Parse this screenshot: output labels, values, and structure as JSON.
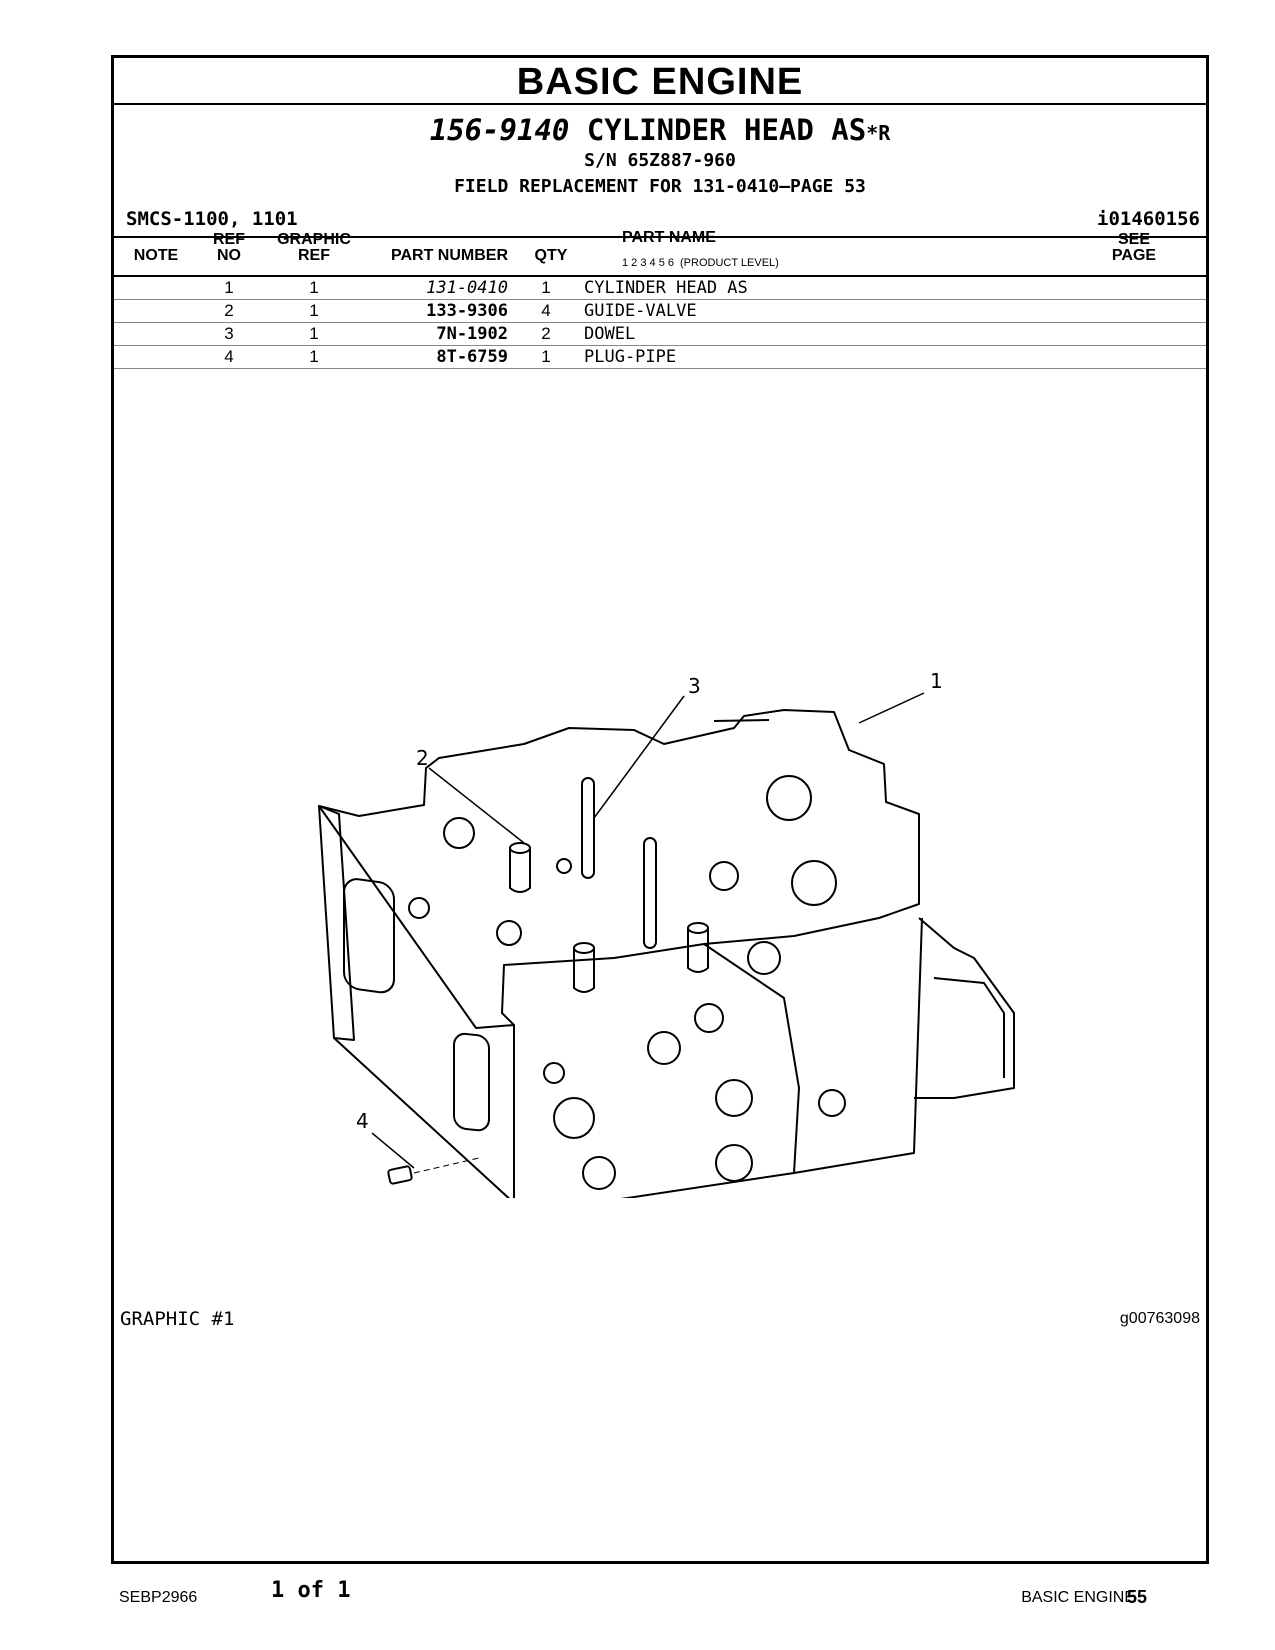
{
  "section_title": "BASIC ENGINE",
  "group": {
    "part_number": "156-9140",
    "name": "CYLINDER HEAD AS",
    "suffix": "*R",
    "serial": "S/N 65Z887-960",
    "field_replacement": "FIELD REPLACEMENT FOR 131-0410—PAGE 53"
  },
  "smcs": "SMCS-1100, 1101",
  "illustration_id": "i01460156",
  "columns": {
    "note": "NOTE",
    "ref_top": "REF",
    "ref_bottom": "NO",
    "graphic_top": "GRAPHIC",
    "graphic_bottom": "REF",
    "part_number": "PART NUMBER",
    "qty": "QTY",
    "part_name": "PART NAME",
    "levels": "1  2  3  4  5  6",
    "product_level": "(PRODUCT LEVEL)",
    "see_top": "SEE",
    "see_bottom": "PAGE"
  },
  "parts": [
    {
      "note": "",
      "ref": "1",
      "graphic": "1",
      "part_number": "131-0410",
      "qty": "1",
      "name": "CYLINDER HEAD AS",
      "see": ""
    },
    {
      "note": "",
      "ref": "2",
      "graphic": "1",
      "part_number": "133-9306",
      "qty": "4",
      "name": "GUIDE-VALVE",
      "see": ""
    },
    {
      "note": "",
      "ref": "3",
      "graphic": "1",
      "part_number": "7N-1902",
      "qty": "2",
      "name": "DOWEL",
      "see": ""
    },
    {
      "note": "",
      "ref": "4",
      "graphic": "1",
      "part_number": "8T-6759",
      "qty": "1",
      "name": "PLUG-PIPE",
      "see": ""
    }
  ],
  "callouts": [
    "1",
    "2",
    "3",
    "4"
  ],
  "graphic_label": "GRAPHIC #1",
  "graphic_id": "g00763098",
  "footer": {
    "doc": "SEBP2966",
    "page_of": "1 of 1",
    "section": "BASIC ENGINE",
    "page": "55"
  }
}
